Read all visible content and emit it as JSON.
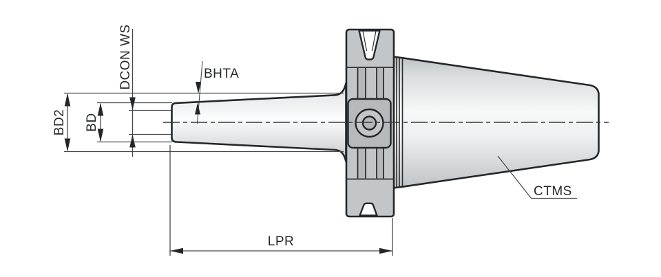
{
  "labels": {
    "bd2": "BD2",
    "bd": "BD",
    "dcon_ws": "DCON WS",
    "bhta": "BHTA",
    "lpr": "LPR",
    "ctms": "CTMS"
  },
  "colors": {
    "background": "#ffffff",
    "part_outline": "#24272a",
    "dimension_line": "#45494c",
    "label_text": "#26292c",
    "metal_highlight": "#fafbfb",
    "metal_shadow": "#c0c3c5",
    "flange_gray": "#c2c6c9",
    "plate_gray": "#b6babd"
  }
}
